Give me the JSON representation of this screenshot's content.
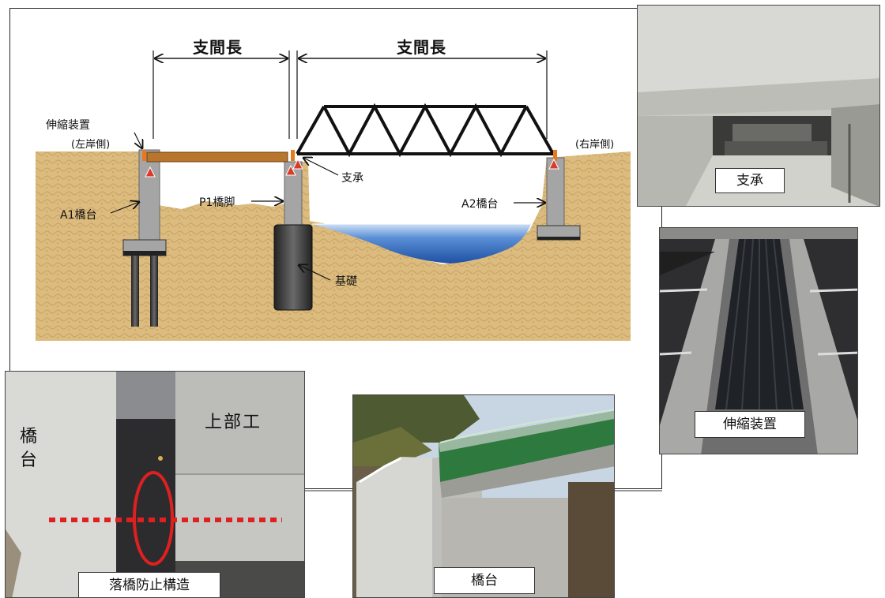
{
  "diagram": {
    "span_length_left": "支間長",
    "span_length_right": "支間長",
    "expansion_joint_label": "伸縮装置",
    "left_bank": "(左岸側)",
    "right_bank": "(右岸側)",
    "bearing_label": "支承",
    "abutment_a1": "A1橋台",
    "pier_p1": "P1橋脚",
    "abutment_a2": "A2橋台",
    "foundation": "基礎"
  },
  "photos": {
    "bearing": {
      "caption": "支承"
    },
    "expansion_joint": {
      "caption": "伸縮装置"
    },
    "fall_prevention": {
      "caption": "落橋防止構造",
      "label_abutment": "橋\n台",
      "label_superstructure": "上部工"
    },
    "abutment": {
      "caption": "橋台"
    }
  },
  "colors": {
    "soil": "#d9b77a",
    "water": "#3a6fbf",
    "girder": "#b8752e",
    "bearing_marker": "#d93a2a",
    "joint_marker": "#e87a1e",
    "concrete": "#a9a9a9",
    "highlight": "#e02020"
  }
}
